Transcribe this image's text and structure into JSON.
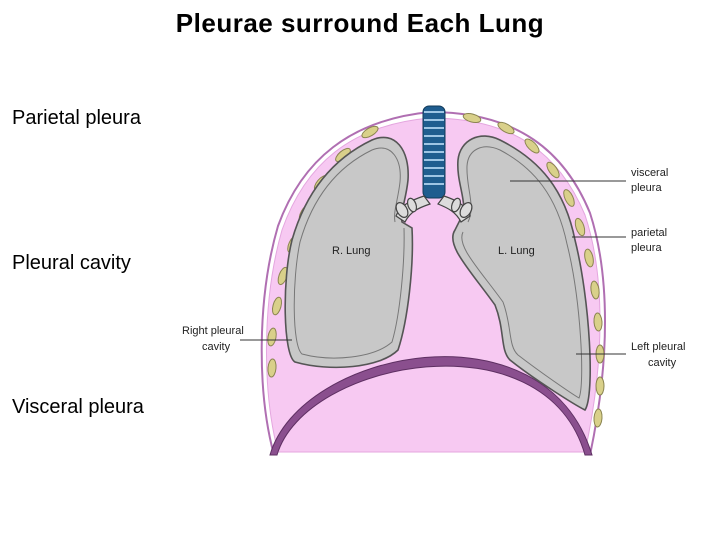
{
  "title": "Pleurae surround Each Lung",
  "terms": [
    "Parietal pleura",
    "Pleural cavity",
    "Visceral pleura"
  ],
  "figure": {
    "lung_labels": {
      "right": "R. Lung",
      "left": "L. Lung"
    },
    "callouts": {
      "visceral": [
        "visceral",
        "pleura"
      ],
      "parietal": [
        "parietal",
        "pleura"
      ],
      "right_cavity": [
        "Right pleural",
        "cavity"
      ],
      "left_cavity": [
        "Left pleural",
        "cavity"
      ]
    },
    "colors": {
      "pleural_cavity": "#f7c9f2",
      "lung": "#c8c8c8",
      "diaphragm": "#8a4f8e",
      "rib": "#d9d08a",
      "trachea": "#2d6fa3"
    }
  }
}
